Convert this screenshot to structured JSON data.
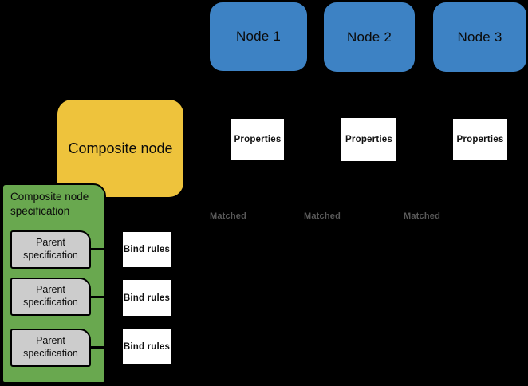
{
  "colors": {
    "bg": "#000000",
    "node-blue": "#3d82c4",
    "composite-yellow": "#eec33c",
    "spec-green": "#69a84f",
    "parent-gray": "#cccccc",
    "box-white": "#ffffff",
    "outline": "#000000",
    "matched-gray": "#595959"
  },
  "nodes": [
    {
      "label": "Node 1"
    },
    {
      "label": "Node 2"
    },
    {
      "label": "Node 3"
    }
  ],
  "composite_node": {
    "label": "Composite node"
  },
  "properties_boxes": [
    {
      "label": "Properties"
    },
    {
      "label": "Properties"
    },
    {
      "label": "Properties"
    }
  ],
  "matched_labels": [
    {
      "label": "Matched"
    },
    {
      "label": "Matched"
    },
    {
      "label": "Matched"
    }
  ],
  "specification": {
    "title": "Composite node specification",
    "parents": [
      {
        "label": "Parent specification"
      },
      {
        "label": "Parent specification"
      },
      {
        "label": "Parent specification"
      }
    ],
    "bind_rules": [
      {
        "label": "Bind rules"
      },
      {
        "label": "Bind rules"
      },
      {
        "label": "Bind rules"
      }
    ]
  }
}
